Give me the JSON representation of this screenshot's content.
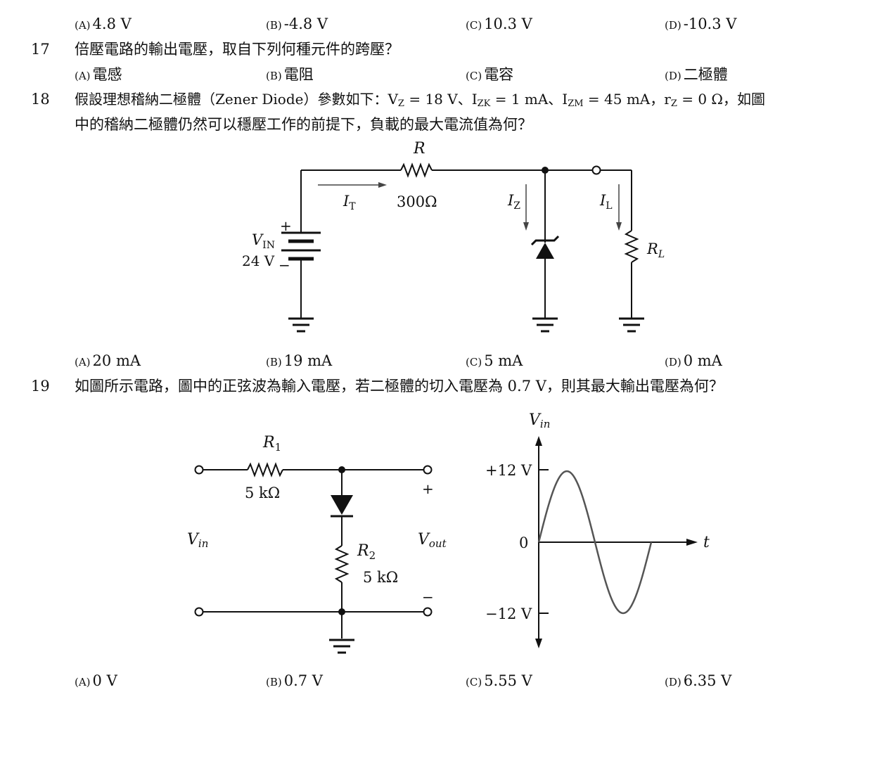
{
  "q16": {
    "options": [
      {
        "mark": "(A)",
        "text": "4.8 V"
      },
      {
        "mark": "(B)",
        "text": "-4.8 V"
      },
      {
        "mark": "(C)",
        "text": "10.3 V"
      },
      {
        "mark": "(D)",
        "text": "-10.3 V"
      }
    ]
  },
  "q17": {
    "number": "17",
    "text": "倍壓電路的輸出電壓，取自下列何種元件的跨壓？",
    "options": [
      {
        "mark": "(A)",
        "text": "電感"
      },
      {
        "mark": "(B)",
        "text": "電阻"
      },
      {
        "mark": "(C)",
        "text": "電容"
      },
      {
        "mark": "(D)",
        "text": "二極體"
      }
    ]
  },
  "q18": {
    "number": "18",
    "line1_a": "假設理想稽納二極體（Zener Diode）參數如下：V",
    "sub_z1": "Z",
    "line1_b": " = 18 V、I",
    "sub_zk": "ZK",
    "line1_c": " = 1 mA、I",
    "sub_zm": "ZM",
    "line1_d": " = 45 mA，r",
    "sub_z2": "Z",
    "line1_e": " = 0 Ω，如圖",
    "line2": "中的稽納二極體仍然可以穩壓工作的前提下，負載的最大電流值為何？",
    "circuit": {
      "r_label": "R",
      "r_value": "300Ω",
      "it_main": "I",
      "it_sub": "T",
      "iz_main": "I",
      "iz_sub": "Z",
      "il_main": "I",
      "il_sub": "L",
      "rl_main": "R",
      "rl_sub": "L",
      "vin_main": "V",
      "vin_sub": "IN",
      "vin_value": "24 V",
      "plus": "+",
      "minus": "−"
    },
    "options": [
      {
        "mark": "(A)",
        "text": "20 mA"
      },
      {
        "mark": "(B)",
        "text": "19 mA"
      },
      {
        "mark": "(C)",
        "text": "5 mA"
      },
      {
        "mark": "(D)",
        "text": "0 mA"
      }
    ]
  },
  "q19": {
    "number": "19",
    "text": "如圖所示電路，圖中的正弦波為輸入電壓，若二極體的切入電壓為  0.7 V，則其最大輸出電壓為何？",
    "circuit": {
      "r1_main": "R",
      "r1_sub": "1",
      "r1_value": "5 kΩ",
      "r2_main": "R",
      "r2_sub": "2",
      "r2_value": "5 kΩ",
      "vin_main": "V",
      "vin_sub": "in",
      "vout_main": "V",
      "vout_sub": "out",
      "plus": "+",
      "minus": "−"
    },
    "waveform": {
      "y_label_main": "V",
      "y_label_sub": "in",
      "top_tick": "+12 V",
      "zero_tick": "0",
      "bottom_tick": "−12 V",
      "x_label": "t"
    },
    "options": [
      {
        "mark": "(A)",
        "text": "0 V"
      },
      {
        "mark": "(B)",
        "text": "0.7 V"
      },
      {
        "mark": "(C)",
        "text": "5.55 V"
      },
      {
        "mark": "(D)",
        "text": "6.35 V"
      }
    ]
  }
}
